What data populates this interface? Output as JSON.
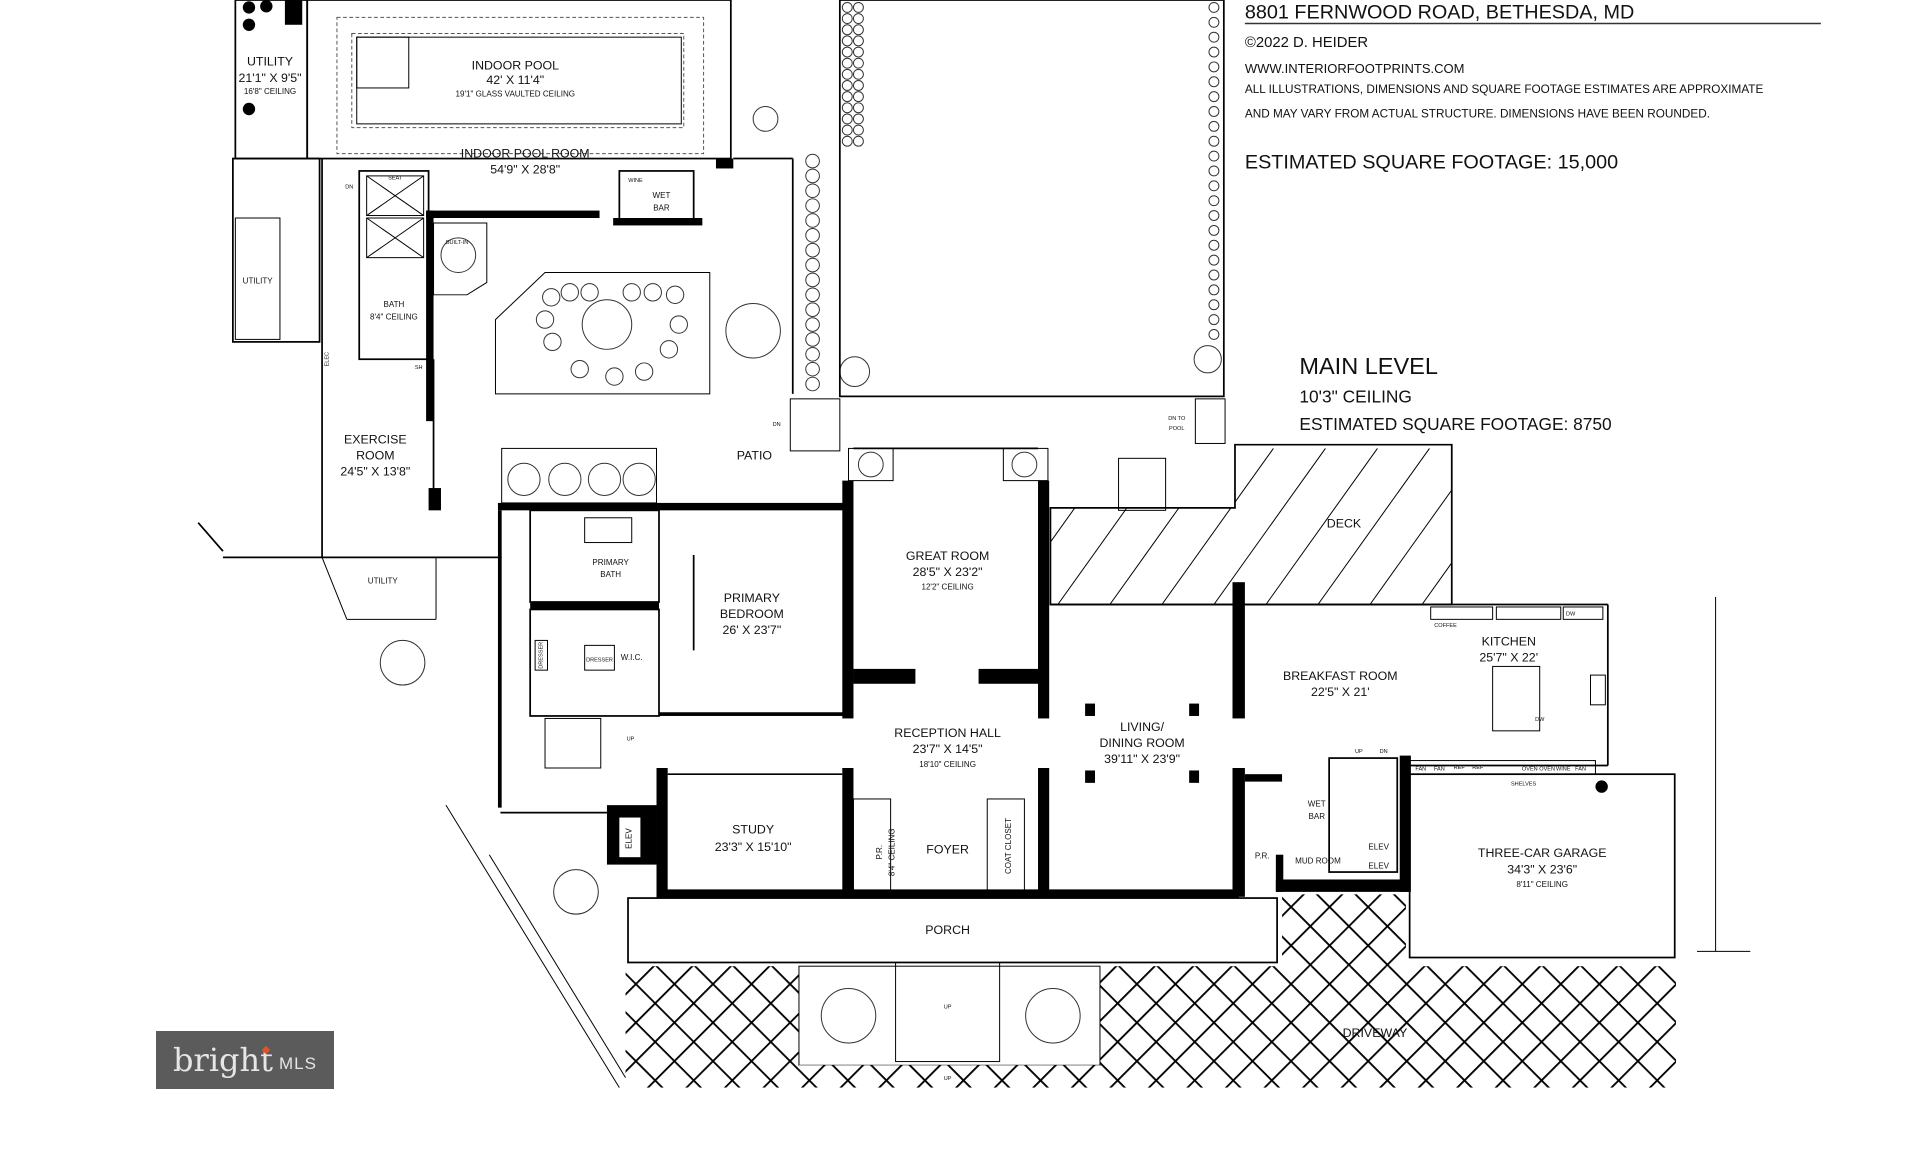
{
  "header": {
    "address": "8801 FERNWOOD ROAD, BETHESDA, MD",
    "copyright": "©2022 D. HEIDER",
    "website": "WWW.INTERIORFOOTPRINTS.COM",
    "disclaimer_line1": "ALL ILLUSTRATIONS, DIMENSIONS AND SQUARE FOOTAGE ESTIMATES ARE APPROXIMATE",
    "disclaimer_line2": "AND MAY VARY FROM ACTUAL STRUCTURE. DIMENSIONS HAVE BEEN ROUNDED.",
    "total_sqft": "ESTIMATED SQUARE FOOTAGE: 15,000"
  },
  "level": {
    "title": "MAIN LEVEL",
    "ceiling": "10'3\" CEILING",
    "sqft": "ESTIMATED SQUARE FOOTAGE: 8750"
  },
  "rooms": {
    "utility_top": {
      "name": "UTILITY",
      "dims": "21'1\" X 9'5\"",
      "note": "16'8\" CEILING"
    },
    "indoor_pool": {
      "name": "INDOOR POOL",
      "dims": "42' X 11'4\"",
      "note": "19'1\" GLASS VAULTED CEILING"
    },
    "indoor_pool_room": {
      "name": "INDOOR POOL ROOM",
      "dims": "54'9\" X 28'8\""
    },
    "utility_side": {
      "name": "UTILITY"
    },
    "bath": {
      "name": "BATH",
      "note": "8'4\" CEILING"
    },
    "wet_bar_pool": {
      "line1": "WET",
      "line2": "BAR"
    },
    "exercise": {
      "line1": "EXERCISE",
      "line2": "ROOM",
      "dims": "24'5\" X 13'8\""
    },
    "patio": {
      "name": "PATIO"
    },
    "utility_lower": {
      "name": "UTILITY"
    },
    "primary_bath": {
      "line1": "PRIMARY",
      "line2": "BATH"
    },
    "wic": {
      "name": "W.I.C."
    },
    "primary_bedroom": {
      "line1": "PRIMARY",
      "line2": "BEDROOM",
      "dims": "26' X 23'7\""
    },
    "great_room": {
      "name": "GREAT ROOM",
      "dims": "28'5\" X 23'2\"",
      "note": "12'2\" CEILING"
    },
    "deck": {
      "name": "DECK"
    },
    "reception_hall": {
      "name": "RECEPTION HALL",
      "dims": "23'7\" X 14'5\"",
      "note": "18'10\" CEILING"
    },
    "living_dining": {
      "line1": "LIVING/",
      "line2": "DINING ROOM",
      "dims": "39'11\" X 23'9\""
    },
    "breakfast": {
      "name": "BREAKFAST ROOM",
      "dims": "22'5\" X 21'"
    },
    "kitchen": {
      "name": "KITCHEN",
      "dims": "25'7\" X 22'"
    },
    "study": {
      "name": "STUDY",
      "dims": "23'3\" X 15'10\""
    },
    "foyer": {
      "name": "FOYER"
    },
    "powder_front": {
      "line1": "P.R.",
      "line2": "8'4\" CEILING"
    },
    "coat_closet": {
      "name": "COAT CLOSET"
    },
    "elev_left": {
      "name": "ELEV"
    },
    "wet_bar_main": {
      "line1": "WET",
      "line2": "BAR"
    },
    "powder_mud": {
      "name": "P.R."
    },
    "mud_room": {
      "name": "MUD ROOM"
    },
    "elev_right_1": {
      "name": "ELEV"
    },
    "elev_right_2": {
      "name": "ELEV"
    },
    "garage": {
      "name": "THREE-CAR GARAGE",
      "dims": "34'3\" X 23'6\"",
      "note": "8'11\" CEILING"
    },
    "porch": {
      "name": "PORCH"
    },
    "driveway": {
      "name": "DRIVEWAY"
    }
  },
  "fixtures": {
    "dn": "DN",
    "up": "UP",
    "built_in": "BUILT-IN",
    "seat": "SEAT",
    "wine": "WINE",
    "elec": "ELEC",
    "sh": "SH",
    "dn_to_pool_1": "DN TO",
    "dn_to_pool_2": "POOL",
    "coffee": "COFFEE",
    "dw": "DW",
    "fan": "FAN",
    "ref": "REF",
    "oven": "OVEN",
    "shelves": "SHELVES",
    "dresser": "DRESSER"
  },
  "logo": {
    "brand": "bright",
    "suffix": "MLS"
  }
}
